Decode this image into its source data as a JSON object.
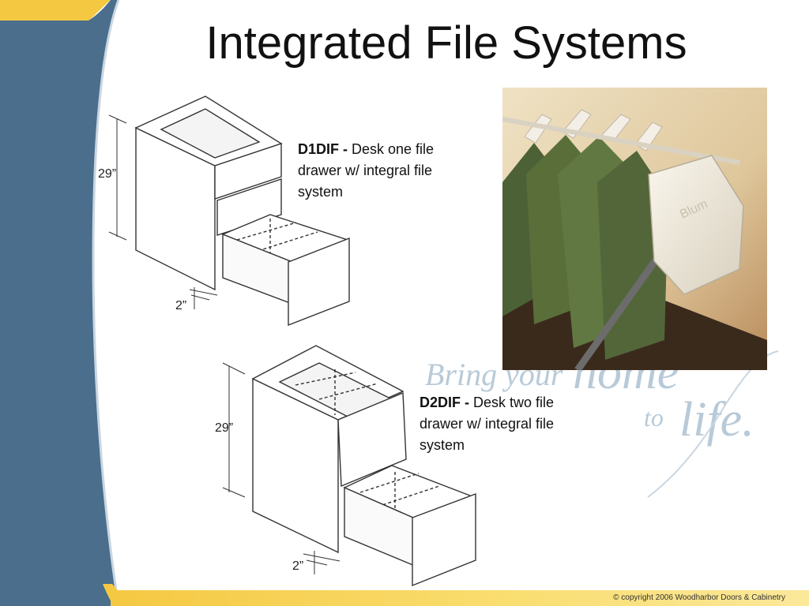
{
  "slide": {
    "title": "Integrated File Systems",
    "products": [
      {
        "code": "D1DIF -",
        "description": " Desk one file drawer w/ integral file system",
        "height_label": "29”",
        "depth_label": "2”"
      },
      {
        "code": "D2DIF -",
        "description": " Desk two file drawer w/ integral file system",
        "height_label": "29”",
        "depth_label": "2”"
      }
    ],
    "photo_badge": "Blum",
    "watermark": {
      "line1": "Bring your",
      "word_home": "home",
      "word_to": "to",
      "word_life": "life."
    },
    "footer": "© copyright 2006 Woodharbor Doors & Cabinetry",
    "colors": {
      "sidebar_blue": "#4a6e8c",
      "accent_yellow": "#f5c842",
      "watermark_blue": "#b8cad8",
      "folder_green": "#5a6e3a"
    }
  }
}
